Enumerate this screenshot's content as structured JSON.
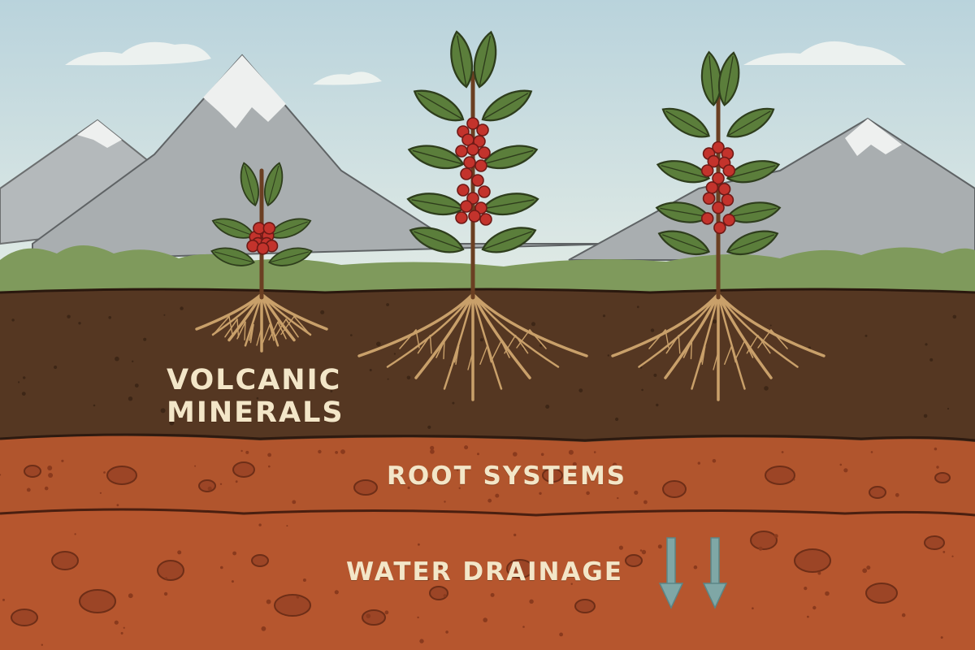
{
  "labels": {
    "volcanic_line1": "VOLCANIC",
    "volcanic_line2": "MINERALS",
    "root_systems": "ROOT SYSTEMS",
    "water_drainage": "WATER DRAINAGE"
  },
  "plants": [
    {
      "name": "small-coffee-plant"
    },
    {
      "name": "large-coffee-plant"
    },
    {
      "name": "medium-coffee-plant"
    }
  ],
  "colors": {
    "sky_top": "#b9d3dc",
    "sky_bottom": "#e3ece6",
    "mountain": "#a9aeb0",
    "snow": "#eef0ef",
    "bushes": "#7f9a5c",
    "topsoil": "#553722",
    "middle_soil": "#b1552d",
    "bottom_soil": "#b6562e",
    "leaf": "#5b7e3b",
    "cherry": "#c3332c",
    "root": "#c9a06a",
    "arrow": "#7fa7a6",
    "label": "#f3e6c8"
  }
}
